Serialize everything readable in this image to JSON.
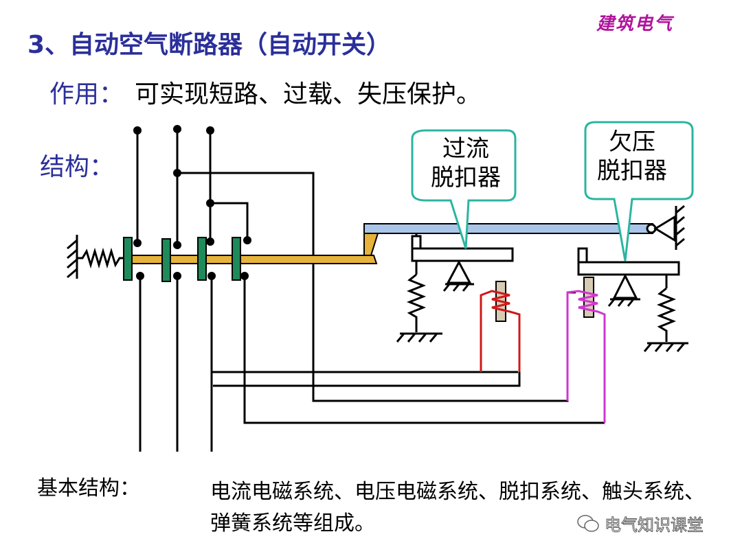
{
  "brand": "建筑电气",
  "title": "3、自动空气断路器（自动开关）",
  "function": {
    "label": "作用：",
    "text": "可实现短路、过载、失压保护。"
  },
  "structure": {
    "label": "结构："
  },
  "callouts": {
    "overcurrent_release": "过流\n脱扣器",
    "undervoltage_release": "欠压\n脱扣器"
  },
  "basic_structure": {
    "label": "基本结构：",
    "text": "电流电磁系统、电压电磁系统、脱扣系统、触头系统、弹簧系统等组成。"
  },
  "watermark": "电气知识课堂",
  "colors": {
    "title": "#2b2f9a",
    "brand": "#b0149c",
    "callout_border": "#2ab5a0",
    "contact": "#1f8a5a",
    "link_bar": "#e6b43a",
    "latch_bar": "#a9c6e8",
    "overcurrent_coil": "#d01818",
    "undervoltage_coil": "#d035d0"
  }
}
